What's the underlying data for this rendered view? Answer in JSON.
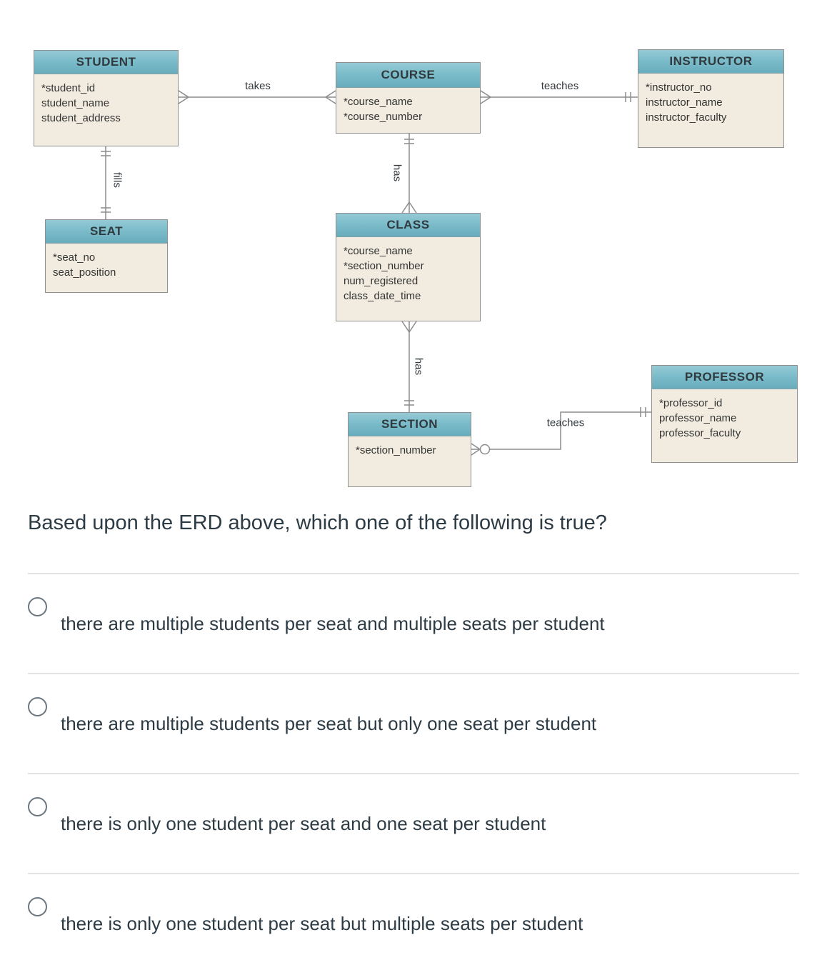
{
  "diagram": {
    "entities": {
      "student": {
        "title": "STUDENT",
        "attributes": [
          "*student_id",
          "student_name",
          "student_address"
        ]
      },
      "course": {
        "title": "COURSE",
        "attributes": [
          "*course_name",
          "*course_number"
        ]
      },
      "instructor": {
        "title": "INSTRUCTOR",
        "attributes": [
          "*instructor_no",
          "instructor_name",
          "instructor_faculty"
        ]
      },
      "seat": {
        "title": "SEAT",
        "attributes": [
          "*seat_no",
          "seat_position"
        ]
      },
      "class": {
        "title": "CLASS",
        "attributes": [
          "*course_name",
          "*section_number",
          "num_registered",
          "class_date_time"
        ]
      },
      "section": {
        "title": "SECTION",
        "attributes": [
          "*section_number"
        ]
      },
      "professor": {
        "title": "PROFESSOR",
        "attributes": [
          "*professor_id",
          "professor_name",
          "professor_faculty"
        ]
      }
    },
    "relationships": {
      "takes": "takes",
      "teaches_course_instructor": "teaches",
      "fills": "fills",
      "has_course_class": "has",
      "has_class_section": "has",
      "teaches_section_professor": "teaches"
    },
    "colors": {
      "header_teal": "#7cbcca",
      "body_cream": "#f1ecdf",
      "line_gray": "#8c8c8c"
    }
  },
  "question": {
    "title": "Based upon the ERD above, which one of the following is true?",
    "options": [
      "there are multiple students per seat and multiple seats per student",
      "there are multiple students per seat but only one seat per student",
      "there is only one student per seat and one seat per student",
      "there is only one student per seat but multiple seats per student"
    ]
  }
}
